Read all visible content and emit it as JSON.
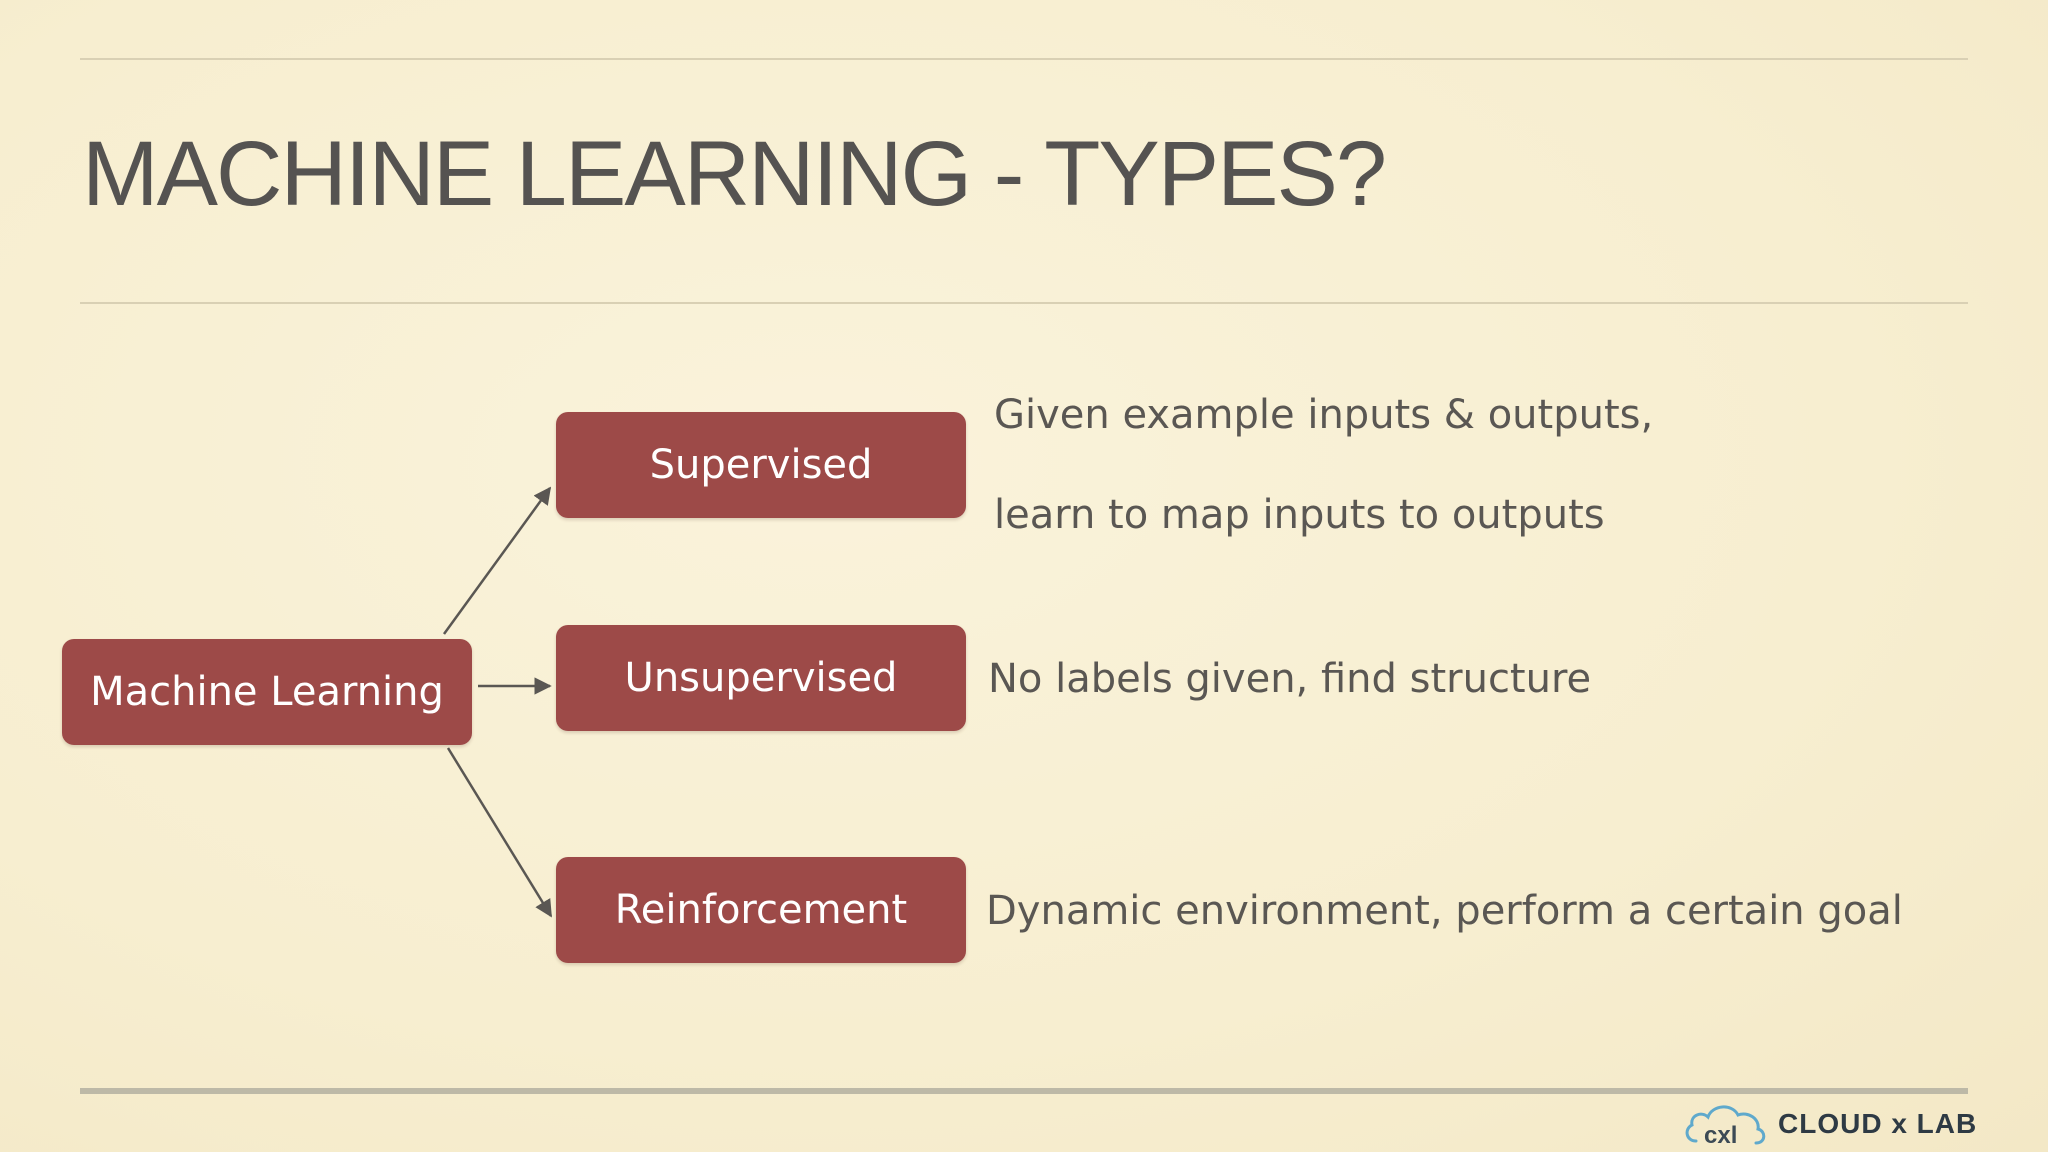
{
  "slide": {
    "title": "MACHINE LEARNING - TYPES?"
  },
  "diagram": {
    "root": "Machine Learning",
    "branches": [
      {
        "label": "Supervised",
        "description_lines": [
          "Given example inputs & outputs,",
          "learn to map inputs to outputs"
        ]
      },
      {
        "label": "Unsupervised",
        "description_lines": [
          "No labels given, find structure"
        ]
      },
      {
        "label": "Reinforcement",
        "description_lines": [
          "Dynamic environment, perform a certain goal"
        ]
      }
    ]
  },
  "logo": {
    "text": "CLOUD x LAB",
    "icon": "cloud-cxl-icon"
  },
  "colors": {
    "background": "#f8f0d4",
    "box": "#9d4a48",
    "box_text": "#ffffff",
    "body_text": "#5a5753",
    "title_text": "#555351"
  }
}
